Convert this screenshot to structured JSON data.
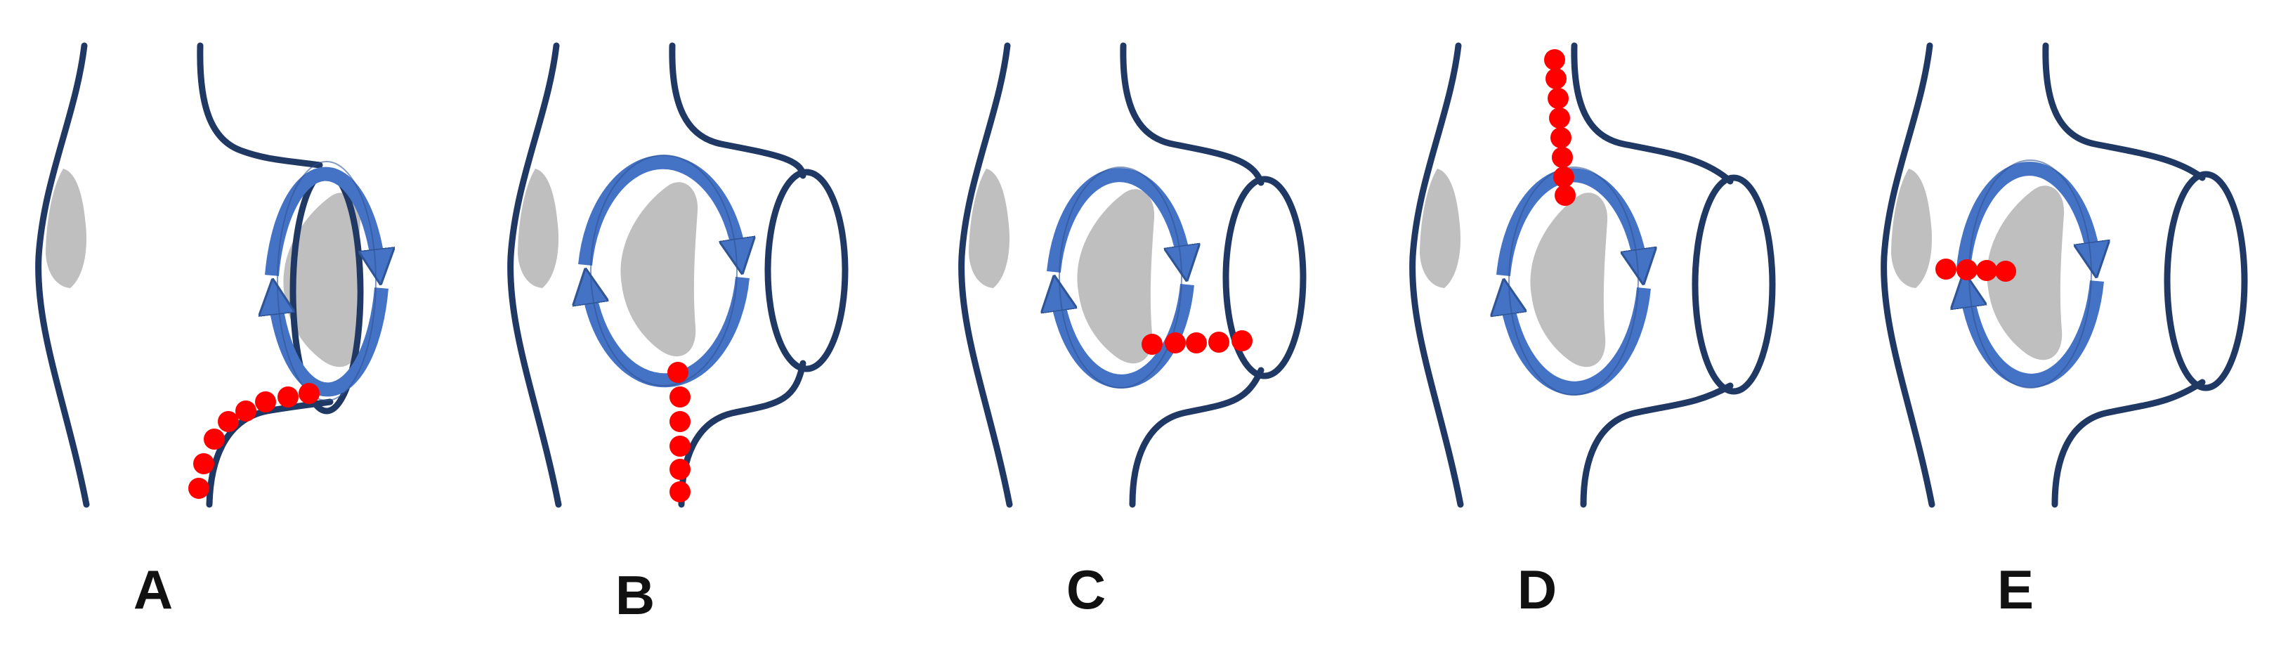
{
  "colors": {
    "outline": "#1f3864",
    "arrow": "#4472c4",
    "arrow_edge": "#2f5597",
    "tissue": "#bfbfbf",
    "dots": "#ff0000"
  },
  "panels": [
    {
      "label": "A",
      "variant": "A"
    },
    {
      "label": "B",
      "variant": "B"
    },
    {
      "label": "C",
      "variant": "C"
    },
    {
      "label": "D",
      "variant": "D"
    },
    {
      "label": "E",
      "variant": "E"
    }
  ]
}
